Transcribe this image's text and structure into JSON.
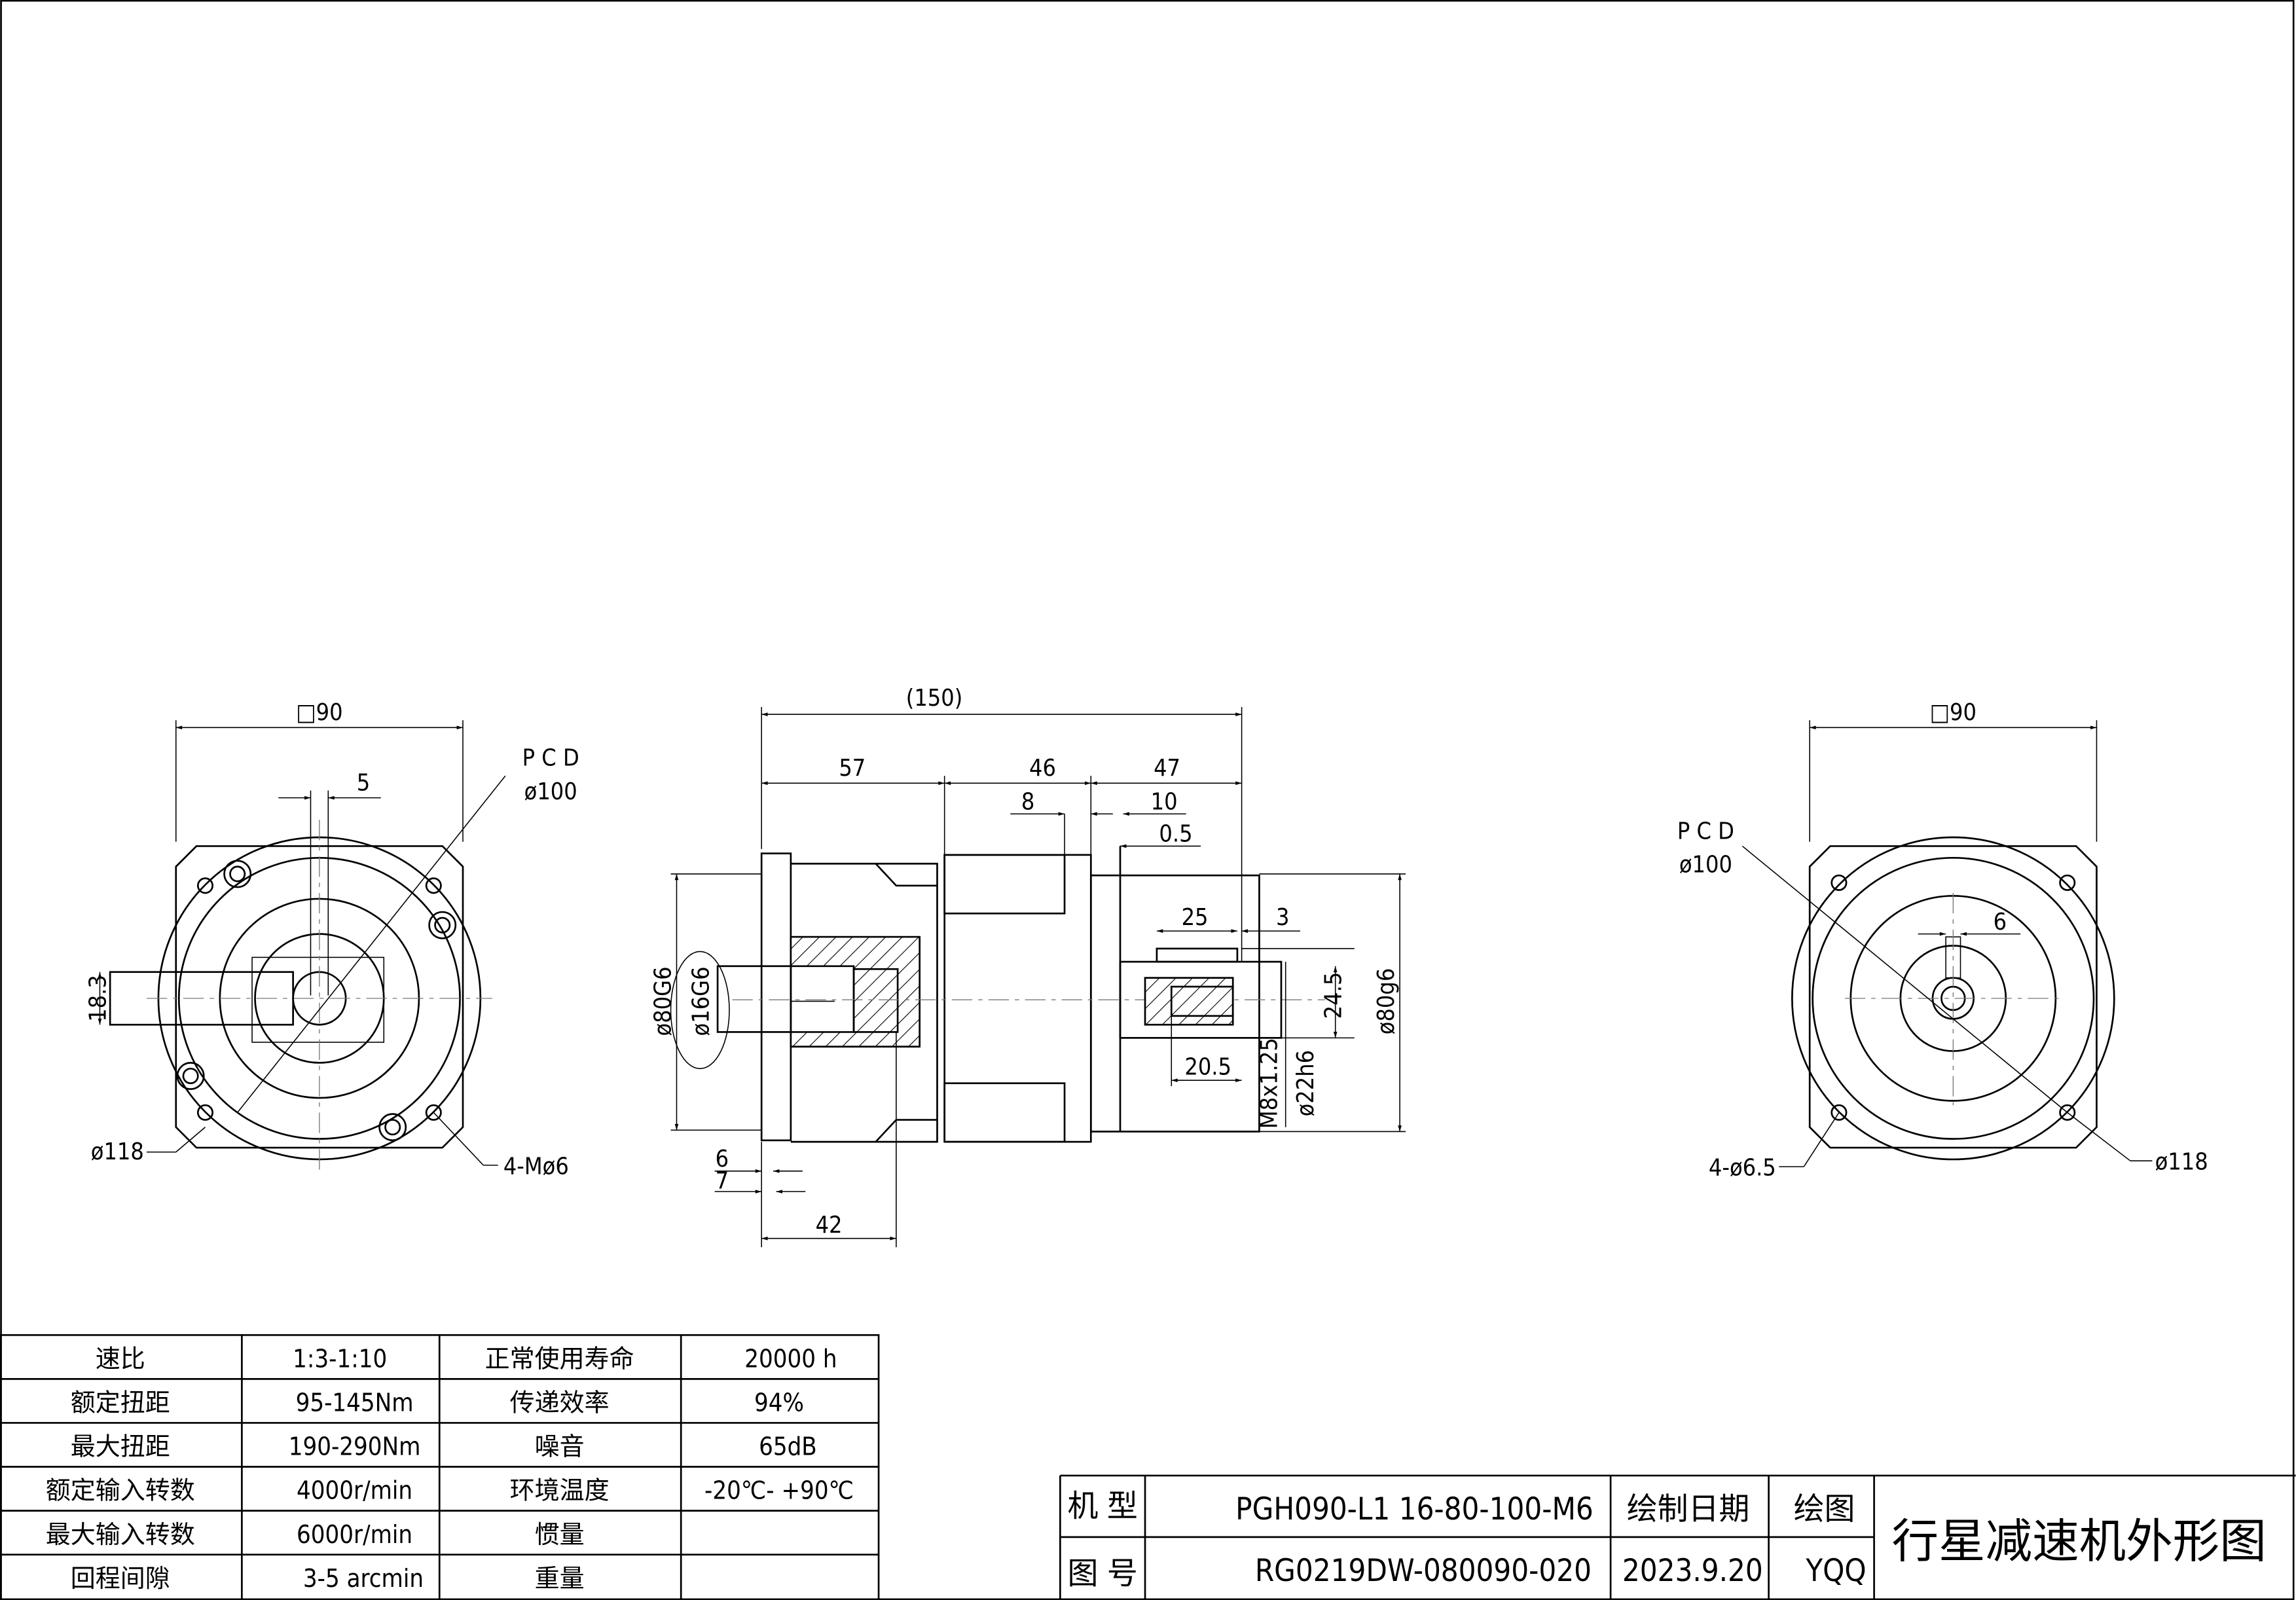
{
  "drawing": {
    "left_view": {
      "square": "□90",
      "keyway": "5",
      "pcd_label": "P C D",
      "pcd_value": "ø100",
      "shaft_height": "18.3",
      "outer_dia": "ø118",
      "holes": "4-Mø6"
    },
    "side_view": {
      "total_length": "(150)",
      "seg1": "57",
      "seg2": "46",
      "seg3": "47",
      "d8": "8",
      "d10": "10",
      "d05": "0.5",
      "bore_pilot": "ø80G6",
      "bore": "ø16G6",
      "d6": "6",
      "d7": "7",
      "d42": "42",
      "key_len": "25",
      "key_offset": "3",
      "key_height": "24.5",
      "pilot": "ø80g6",
      "thread_depth": "20.5",
      "thread": "M8x1.25",
      "shaft_dia": "ø22h6"
    },
    "right_view": {
      "square": "□90",
      "pcd_label": "P C D",
      "pcd_value": "ø100",
      "key_width": "6",
      "holes": "4-ø6.5",
      "outer_dia": "ø118"
    }
  },
  "spec_table": {
    "rows": [
      {
        "label1": "速比",
        "value1": "1:3-1:10",
        "label2": "正常使用寿命",
        "value2": "20000  h"
      },
      {
        "label1": "额定扭距",
        "value1": "95-145Nm",
        "label2": "传递效率",
        "value2": "94%"
      },
      {
        "label1": "最大扭距",
        "value1": "190-290Nm",
        "label2": "噪音",
        "value2": "65dB"
      },
      {
        "label1": "额定输入转数",
        "value1": "4000r/min",
        "label2": "环境温度",
        "value2": "-20℃- +90℃"
      },
      {
        "label1": "最大输入转数",
        "value1": "6000r/min",
        "label2": "惯量",
        "value2": ""
      },
      {
        "label1": "回程间隙",
        "value1": "3-5 arcmin",
        "label2": "重量",
        "value2": ""
      }
    ]
  },
  "title_block": {
    "model_label": "机 型",
    "model_value": "PGH090-L1 16-80-100-M6",
    "date_label": "绘制日期",
    "drawer_label": "绘图",
    "drawing_no_label": "图 号",
    "drawing_no_value": "RG0219DW-080090-020",
    "date_value": "2023.9.20",
    "drawer_value": "YQQ",
    "title": "行星减速机外形图"
  }
}
